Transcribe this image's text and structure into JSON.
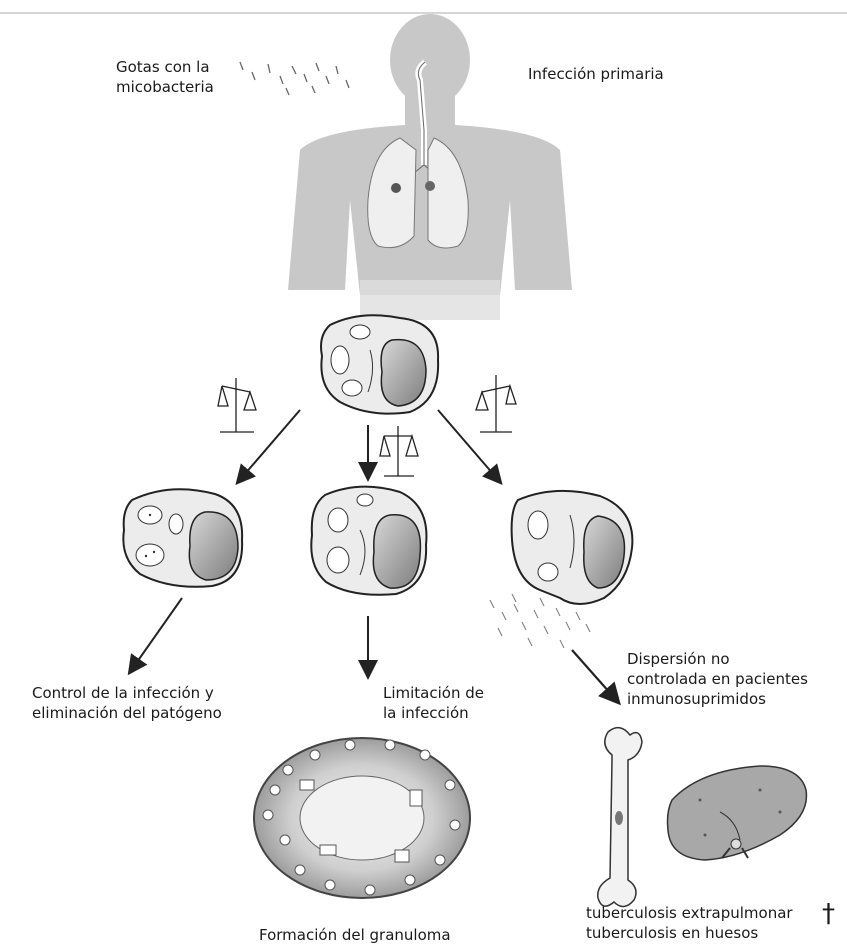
{
  "labels": {
    "droplets": [
      "Gotas con la",
      "micobacteria"
    ],
    "primary": "Infección primaria",
    "control": [
      "Control de la infección y",
      "eliminación del patógeno"
    ],
    "limitation": [
      "Limitación de",
      "la infección"
    ],
    "dispersion": [
      "Dispersión no",
      "controlada en pacientes",
      "inmunosuprimidos"
    ],
    "granuloma": "Formación del granuloma",
    "extrapulmonary": [
      "tuberculosis extrapulmonar",
      "tuberculosis en huesos"
    ],
    "dagger": "†"
  },
  "colors": {
    "silhouette": "#c8c8c8",
    "line": "#222222",
    "cell_fill": "#e9e9e9",
    "nucleus_fill": "#9a9a9a"
  }
}
